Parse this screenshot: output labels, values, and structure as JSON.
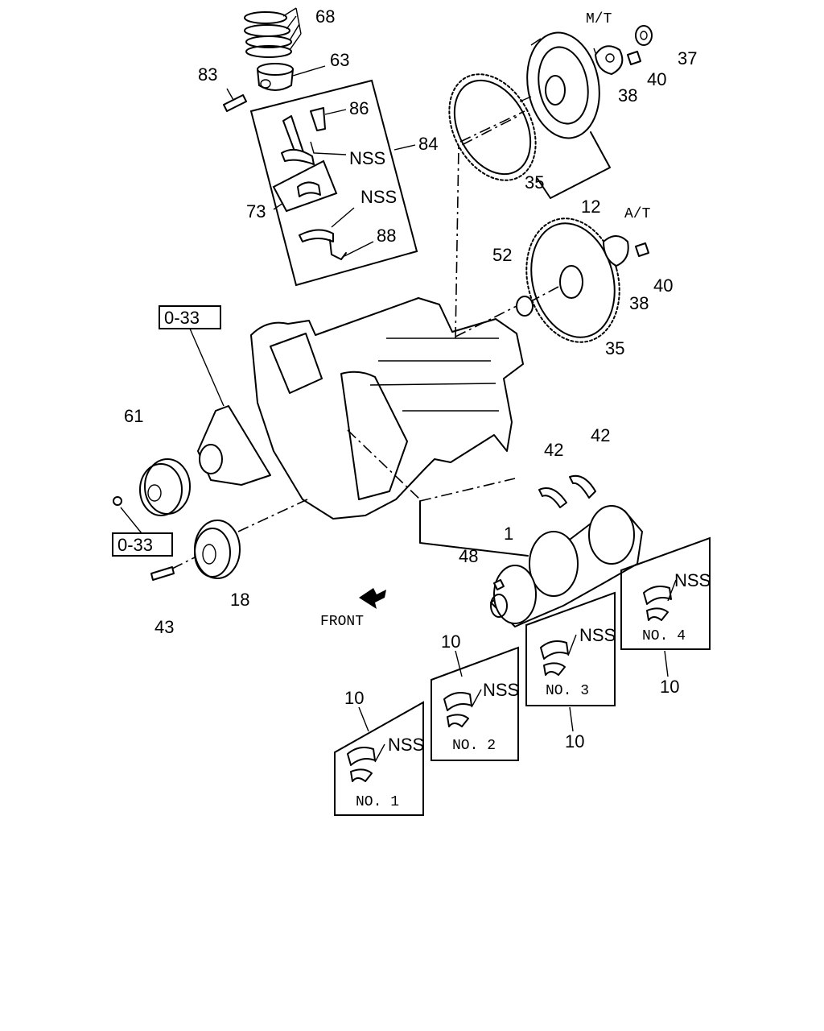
{
  "mt_label": "M/T",
  "at_label": "A/T",
  "front_label": "FRONT",
  "nss": "NSS",
  "ref": "0-33",
  "callouts": {
    "c68": "68",
    "c63": "63",
    "c83": "83",
    "c86": "86",
    "c84": "84",
    "c73": "73",
    "c88": "88",
    "c37": "37",
    "c40": "40",
    "c38": "38",
    "c35": "35",
    "c12": "12",
    "c52": "52",
    "c61": "61",
    "c18": "18",
    "c43": "43",
    "c42": "42",
    "c1": "1",
    "c48": "48",
    "c10": "10"
  },
  "bearings": {
    "no1": "NO. 1",
    "no2": "NO. 2",
    "no3": "NO. 3",
    "no4": "NO. 4"
  }
}
